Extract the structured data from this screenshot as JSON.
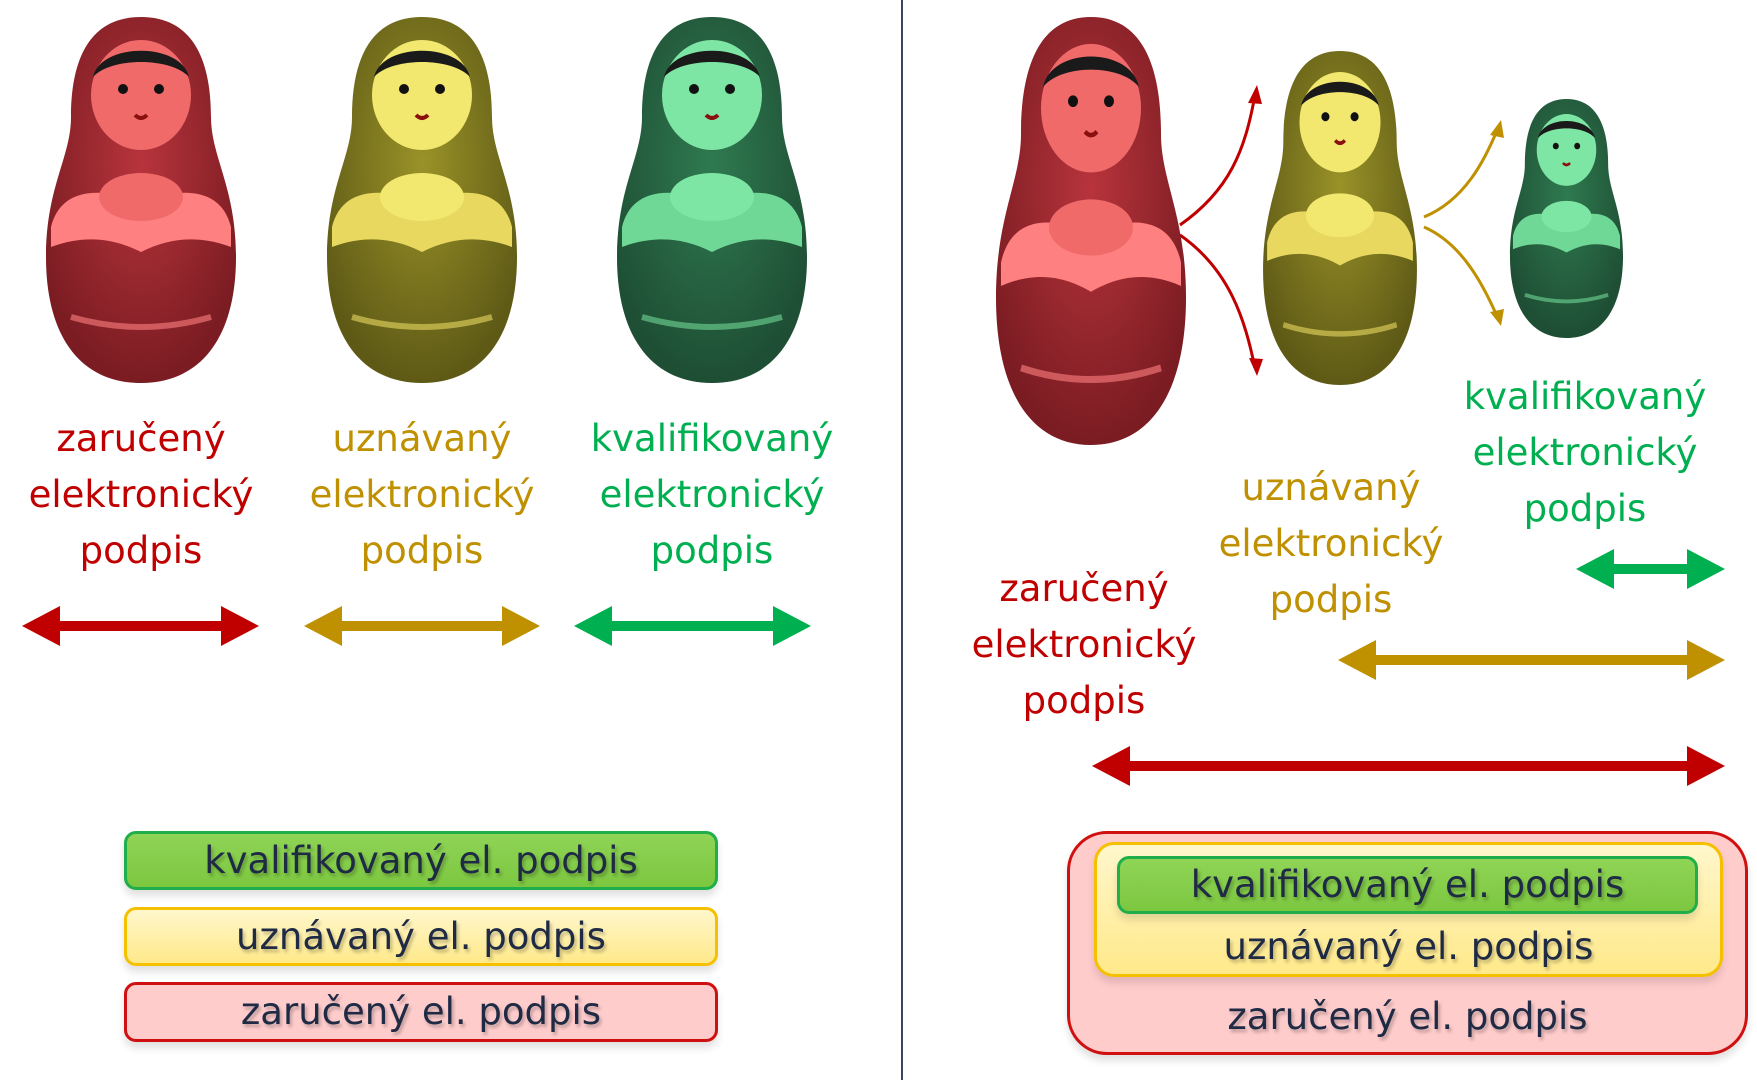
{
  "colors": {
    "red": "#c00000",
    "gold": "#bf9000",
    "green": "#00b050",
    "box_text": "#1f2a44"
  },
  "left": {
    "labels": [
      {
        "lines": [
          "zaručený",
          "elektronický",
          "podpis"
        ]
      },
      {
        "lines": [
          "uznávaný",
          "elektronický",
          "podpis"
        ]
      },
      {
        "lines": [
          "kvalifikovaný",
          "elektronický",
          "podpis"
        ]
      }
    ],
    "boxes": {
      "green": "kvalifikovaný el. podpis",
      "yellow": "uznávaný el. podpis",
      "red": "zaručený el. podpis"
    }
  },
  "right": {
    "labels": [
      {
        "lines": [
          "zaručený",
          "elektronický",
          "podpis"
        ]
      },
      {
        "lines": [
          "uznávaný",
          "elektronický",
          "podpis"
        ]
      },
      {
        "lines": [
          "kvalifikovaný",
          "elektronický",
          "podpis"
        ]
      }
    ],
    "boxes": {
      "green": "kvalifikovaný el. podpis",
      "yellow": "uznávaný el. podpis",
      "red": "zaručený el. podpis"
    }
  },
  "icons": [
    "matryoshka-red",
    "matryoshka-yellow",
    "matryoshka-green",
    "double-arrow",
    "curved-arrow"
  ]
}
